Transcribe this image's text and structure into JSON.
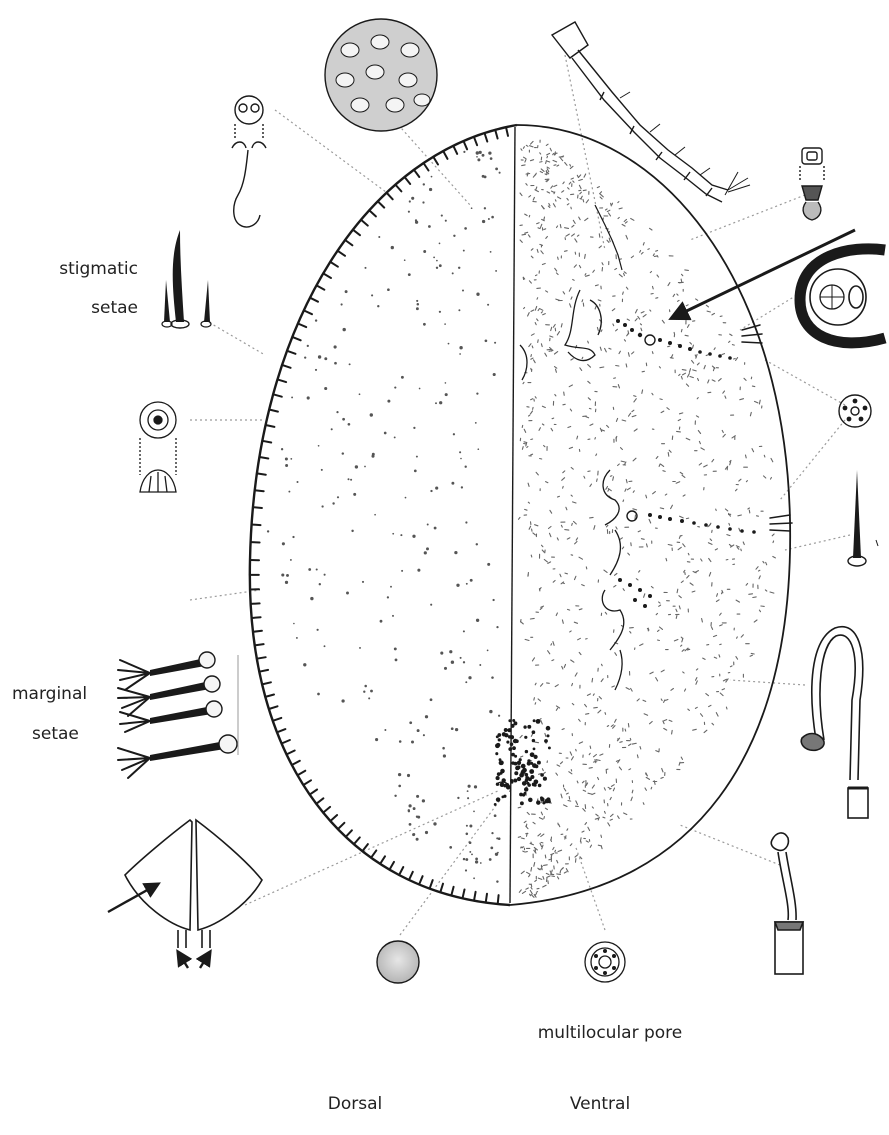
{
  "figure": {
    "labels": {
      "stigmatic_setae": [
        "stigmatic",
        "setae"
      ],
      "marginal_setae": [
        "marginal",
        "setae"
      ],
      "multilocular_pore": "multilocular pore",
      "dorsal": "Dorsal",
      "ventral": "Ventral"
    },
    "colors": {
      "ink": "#1a1a1a",
      "leader": "#9a9a9a",
      "stipple": "#555555",
      "shading": "#bdbdbd",
      "background": "#ffffff"
    },
    "icons": [
      "body-outline-icon",
      "antenna-icon",
      "leg-icon",
      "spiracle-icon",
      "quinquelocular-pore-icon",
      "tubular-duct-icon",
      "trilocular-pore-icon",
      "anal-lobe-icon",
      "dorsal-pore-icon",
      "seta-icon",
      "arrow-icon"
    ]
  }
}
